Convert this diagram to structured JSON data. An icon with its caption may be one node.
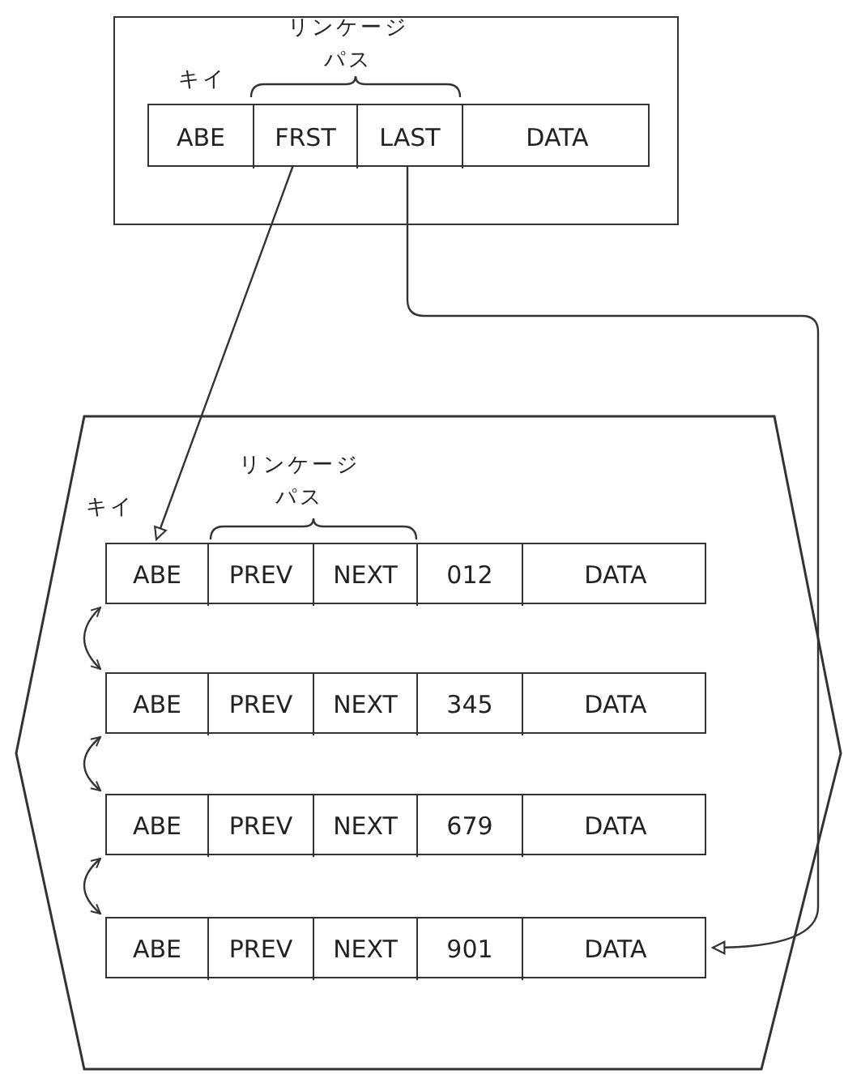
{
  "diagram": {
    "nodes": [
      {
        "text": [],
        "shape": "box"
      },
      {
        "text": [],
        "shape": "box",
        "in": 0
      },
      {
        "text": [
          "ABE"
        ],
        "in": 1
      },
      {
        "text": [
          "FRST"
        ],
        "in": 1
      },
      {
        "text": [
          "LAST"
        ],
        "in": 1
      },
      {
        "text": [
          "DATA"
        ],
        "in": 1
      },
      {
        "text": [],
        "shape": "hexagon"
      },
      {
        "text": [],
        "shape": "box",
        "in": 6
      },
      {
        "text": [
          "ABE"
        ],
        "in": 7
      },
      {
        "text": [
          "PREV"
        ],
        "in": 7
      },
      {
        "text": [
          "NEXT"
        ],
        "in": 7
      },
      {
        "text": [
          "012"
        ],
        "in": 7
      },
      {
        "text": [
          "DATA"
        ],
        "in": 7
      },
      {
        "text": [],
        "shape": "box",
        "in": 6
      },
      {
        "text": [
          "ABE"
        ],
        "in": 13
      },
      {
        "text": [
          "PREV"
        ],
        "in": 13
      },
      {
        "text": [
          "NEXT"
        ],
        "in": 13
      },
      {
        "text": [
          "345"
        ],
        "in": 13
      },
      {
        "text": [
          "DATA"
        ],
        "in": 13
      },
      {
        "text": [],
        "shape": "box",
        "in": 6
      },
      {
        "text": [
          "ABE"
        ],
        "in": 19
      },
      {
        "text": [
          "PREV"
        ],
        "in": 19
      },
      {
        "text": [
          "NEXT"
        ],
        "in": 19
      },
      {
        "text": [
          "679"
        ],
        "in": 19
      },
      {
        "text": [
          "DATA"
        ],
        "in": 19
      },
      {
        "text": [],
        "shape": "box",
        "in": 6
      },
      {
        "text": [
          "ABE"
        ],
        "in": 25
      },
      {
        "text": [
          "PREV"
        ],
        "in": 25
      },
      {
        "text": [
          "NEXT"
        ],
        "in": 25
      },
      {
        "text": [
          "901"
        ],
        "in": 25
      },
      {
        "text": [
          "DATA"
        ],
        "in": 25
      }
    ],
    "edges": [
      {
        "from": 3,
        "to": 8,
        "arrow": "to"
      },
      {
        "from": 4,
        "to": 30,
        "arrow": "to"
      },
      {
        "from": 7,
        "to": 13,
        "arrow": "both"
      },
      {
        "from": 13,
        "to": 19,
        "arrow": "both"
      },
      {
        "from": 19,
        "to": 25,
        "arrow": "both"
      }
    ],
    "labels": [
      "リンケージパス",
      "キイ",
      "リンケージパス",
      "キイ"
    ]
  }
}
